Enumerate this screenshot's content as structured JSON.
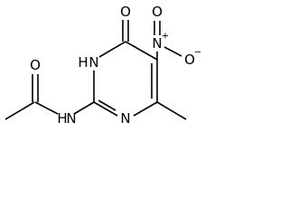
{
  "structure": {
    "atom_labels": {
      "carbonyl_oxygen_ring": "O",
      "ring_nh_n": "N",
      "ring_nh_h": "H",
      "ring_n_lower": "N",
      "nitro_nitrogen": "N",
      "nitro_nitrogen_charge": "+",
      "nitro_oxygen_top": "O",
      "nitro_oxygen_right": "O",
      "nitro_oxygen_right_charge": "−",
      "acetyl_oxygen": "O",
      "amide_nh_h": "H",
      "amide_nh_n": "N"
    }
  }
}
